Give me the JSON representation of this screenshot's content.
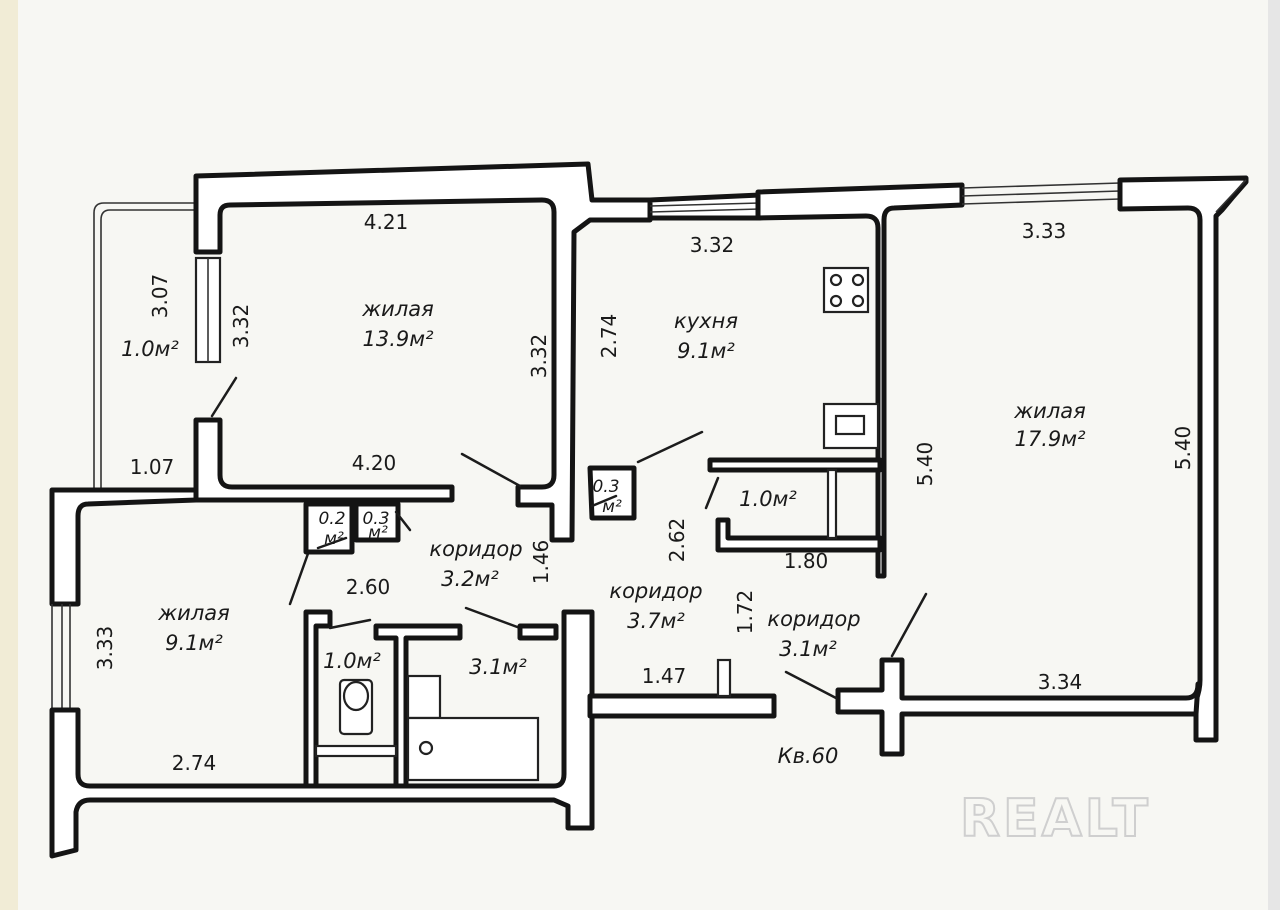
{
  "rooms": {
    "living1": {
      "name": "жилая",
      "area": "13.9м²"
    },
    "kitchen": {
      "name": "кухня",
      "area": "9.1м²"
    },
    "living2": {
      "name": "жилая",
      "area": "17.9м²"
    },
    "living3": {
      "name": "жилая",
      "area": "9.1м²"
    },
    "corridor1": {
      "name": "коридор",
      "area": "3.2м²"
    },
    "corridor2": {
      "name": "коридор",
      "area": "3.7м²"
    },
    "corridor3": {
      "name": "коридор",
      "area": "3.1м²"
    },
    "balcony": {
      "area": "1.0м²"
    },
    "pantry": {
      "area": "1.0м²"
    },
    "wc": {
      "area": "1.0м²"
    },
    "bath": {
      "area": "3.1м²"
    },
    "closet1": {
      "top": "0.3",
      "bottom": "м²"
    },
    "closet2": {
      "top": "0.2",
      "bottom": "м²"
    },
    "closet3": {
      "top": "0.3",
      "bottom": "м²"
    }
  },
  "dimensions": {
    "d_421": "4.21",
    "d_420": "4.20",
    "d_332_a": "3.32",
    "d_332_b": "3.32",
    "d_307": "3.07",
    "d_107": "1.07",
    "d_332_k": "3.32",
    "d_274_k": "2.74",
    "d_333_top": "3.33",
    "d_540_a": "5.40",
    "d_540_b": "5.40",
    "d_334": "3.34",
    "d_333_left": "3.33",
    "d_274_b": "2.74",
    "d_260": "2.60",
    "d_146": "1.46",
    "d_262": "2.62",
    "d_180": "1.80",
    "d_172": "1.72",
    "d_147": "1.47"
  },
  "apartment_label": "Кв.60",
  "watermark": "REALT"
}
